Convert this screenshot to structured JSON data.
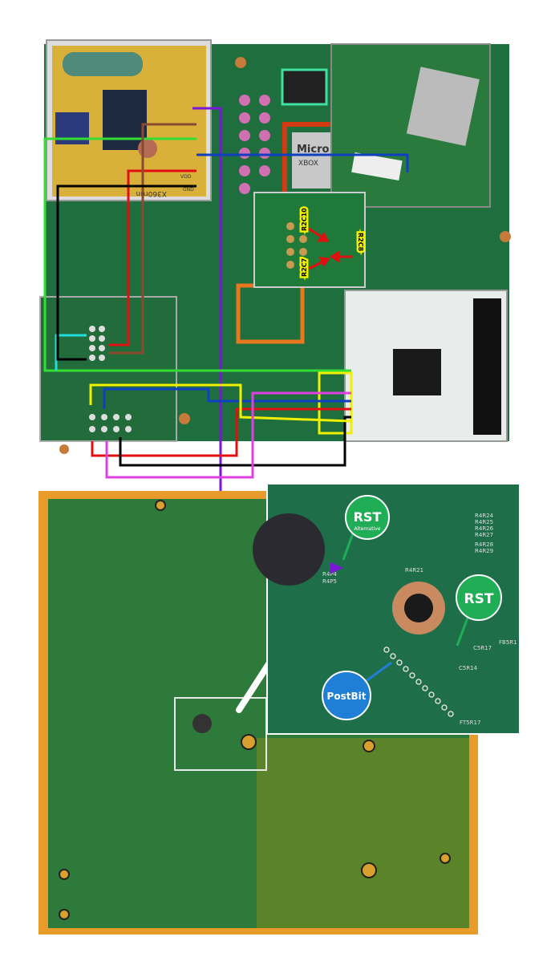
{
  "modchip": {
    "brand": "X360run",
    "pins": [
      "GND",
      "VDD"
    ]
  },
  "cpu_chip": {
    "line1": "Micro",
    "line2": "XBOX"
  },
  "point_labels": {
    "r2c10": "R2C10",
    "r2c8": "R2C8",
    "r2c7": "R2C7"
  },
  "callouts": {
    "rst_alt_title": "RST",
    "rst_alt_sub": "Alternative",
    "rst_title": "RST",
    "postbit": "PostBit"
  },
  "silkscreen": [
    "R4P4",
    "R4P5",
    "C5R17",
    "FB5R1",
    "C5R14",
    "FT5R17",
    "R4R21",
    "R4R24",
    "R4R25",
    "R4R26",
    "R4R27",
    "R4R28",
    "R4R29"
  ],
  "colors": {
    "pcb": "#1f6e3e",
    "modchip_board": "#d9b13a",
    "cpld_board": "#e8eceb",
    "callout_green": "#1fae55",
    "callout_blue": "#1f7fd6",
    "wire_purple": "#7b16d6",
    "wire_green": "#33dd33",
    "wire_blue": "#1040c0",
    "wire_red": "#e01010",
    "wire_black": "#000000",
    "wire_cyan": "#22dddd",
    "wire_yellow": "#f0f000",
    "wire_magenta": "#e040e0",
    "wire_brown": "#8a4a30"
  }
}
